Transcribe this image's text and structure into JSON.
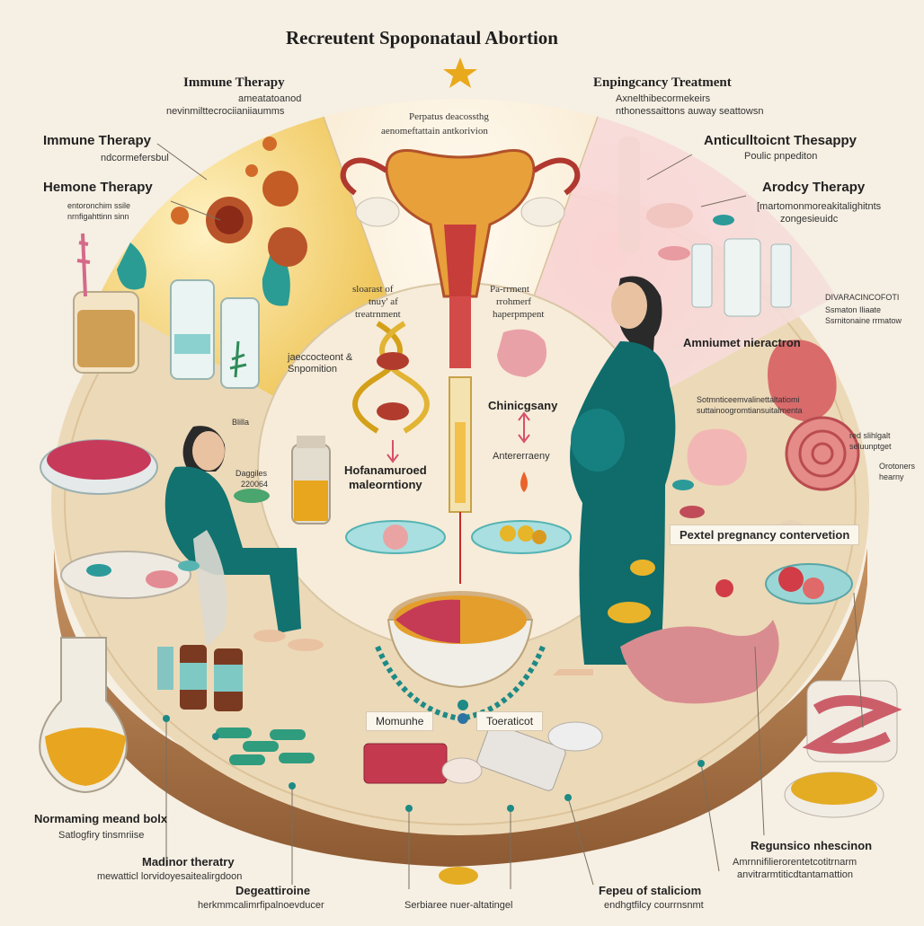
{
  "title": "Recreutent Spoponataul Abortion",
  "left": {
    "immune_top": {
      "title": "Immune Therapy",
      "sub1": "ameatatoanod",
      "sub2": "nevinmilttecrociianiiaumms"
    },
    "immune": {
      "title": "Immune Therapy",
      "sub": "ndcormefersbul"
    },
    "hormone": {
      "title": "Hemone Therapy",
      "sub1": "entoronchim ssile",
      "sub2": "nrnfigahttinn sinn"
    },
    "small": {
      "label1": "Blilla",
      "label2": "Daggiles",
      "label3": "220064"
    }
  },
  "right": {
    "enping": {
      "title": "Enpingcancy Treatment",
      "sub1": "Axnelthibecormekeirs",
      "sub2": "nthonessaittons auway seattowsn"
    },
    "anticoag": {
      "title": "Anticulltoicnt Thesappy",
      "sub": "Poulic pnpediton"
    },
    "arodcy": {
      "title": "Arodcy Therapy",
      "sub1": "[martomonmoreakitalighitnts",
      "sub2": "zongesieuidc"
    },
    "small1": "DIVARACINCOFOTI",
    "small2": "Ssmaton Iliaate",
    "small3": "Ssrnitonaine rrmatow",
    "amniot": {
      "title": "Amniumet nieractron",
      "sub1": "Sotmnticeemvalinettaltatiomi",
      "sub2": "suttainoogromtiansuitalmenta"
    },
    "red": {
      "l1": "red slihlgalt",
      "l2": "seluunptget"
    },
    "oro": {
      "l1": "Orotoners",
      "l2": "hearny"
    },
    "pextel": "Pextel pregnancy contervetion"
  },
  "center": {
    "top1": "Perpatus deacossthg",
    "top2": "aenomeftattain antkorivion",
    "left1": "sloarast of",
    "left2": "tnuy' af",
    "left3": "treatrnment",
    "right1": "Pa-rrment",
    "right2": "rrohmerf",
    "right3": "haperpmpent",
    "jag1": "jaeccocteont &",
    "jag2": "Snpomition",
    "chin": "Chinicgsany",
    "ante": "Antererraeny",
    "hof1": "Hofanamuroed",
    "hof2": "maleorntiony",
    "moni": "Momunhe",
    "toer": "Toeraticot"
  },
  "bottom": {
    "norm": {
      "title": "Normaming meand bolx",
      "sub": "Satlogfiry tinsmriise"
    },
    "madi": {
      "title": "Madinor theratry",
      "sub": "mewatticl lorvidoyesaitealirgdoon"
    },
    "dega": {
      "title": "Degeattiroine",
      "sub": "herkmmcalimrfipalnoevducer"
    },
    "serb": "Serbiaree nuer-altatingel",
    "fepe": {
      "title": "Fepeu of staliciom",
      "sub": "endhgtfilcy courrnsnmt"
    },
    "regu": {
      "title": "Regunsico nhescinon",
      "sub1": "Amrnnifilierorentetcotitrnarm",
      "sub2": "anvitrarmtiticdtantamattion"
    }
  },
  "colors": {
    "background": "#f6efe3",
    "gold": "#e7b43a",
    "teal": "#1d8a86",
    "pink": "#d7667a",
    "wood": "#e9d7b9"
  }
}
